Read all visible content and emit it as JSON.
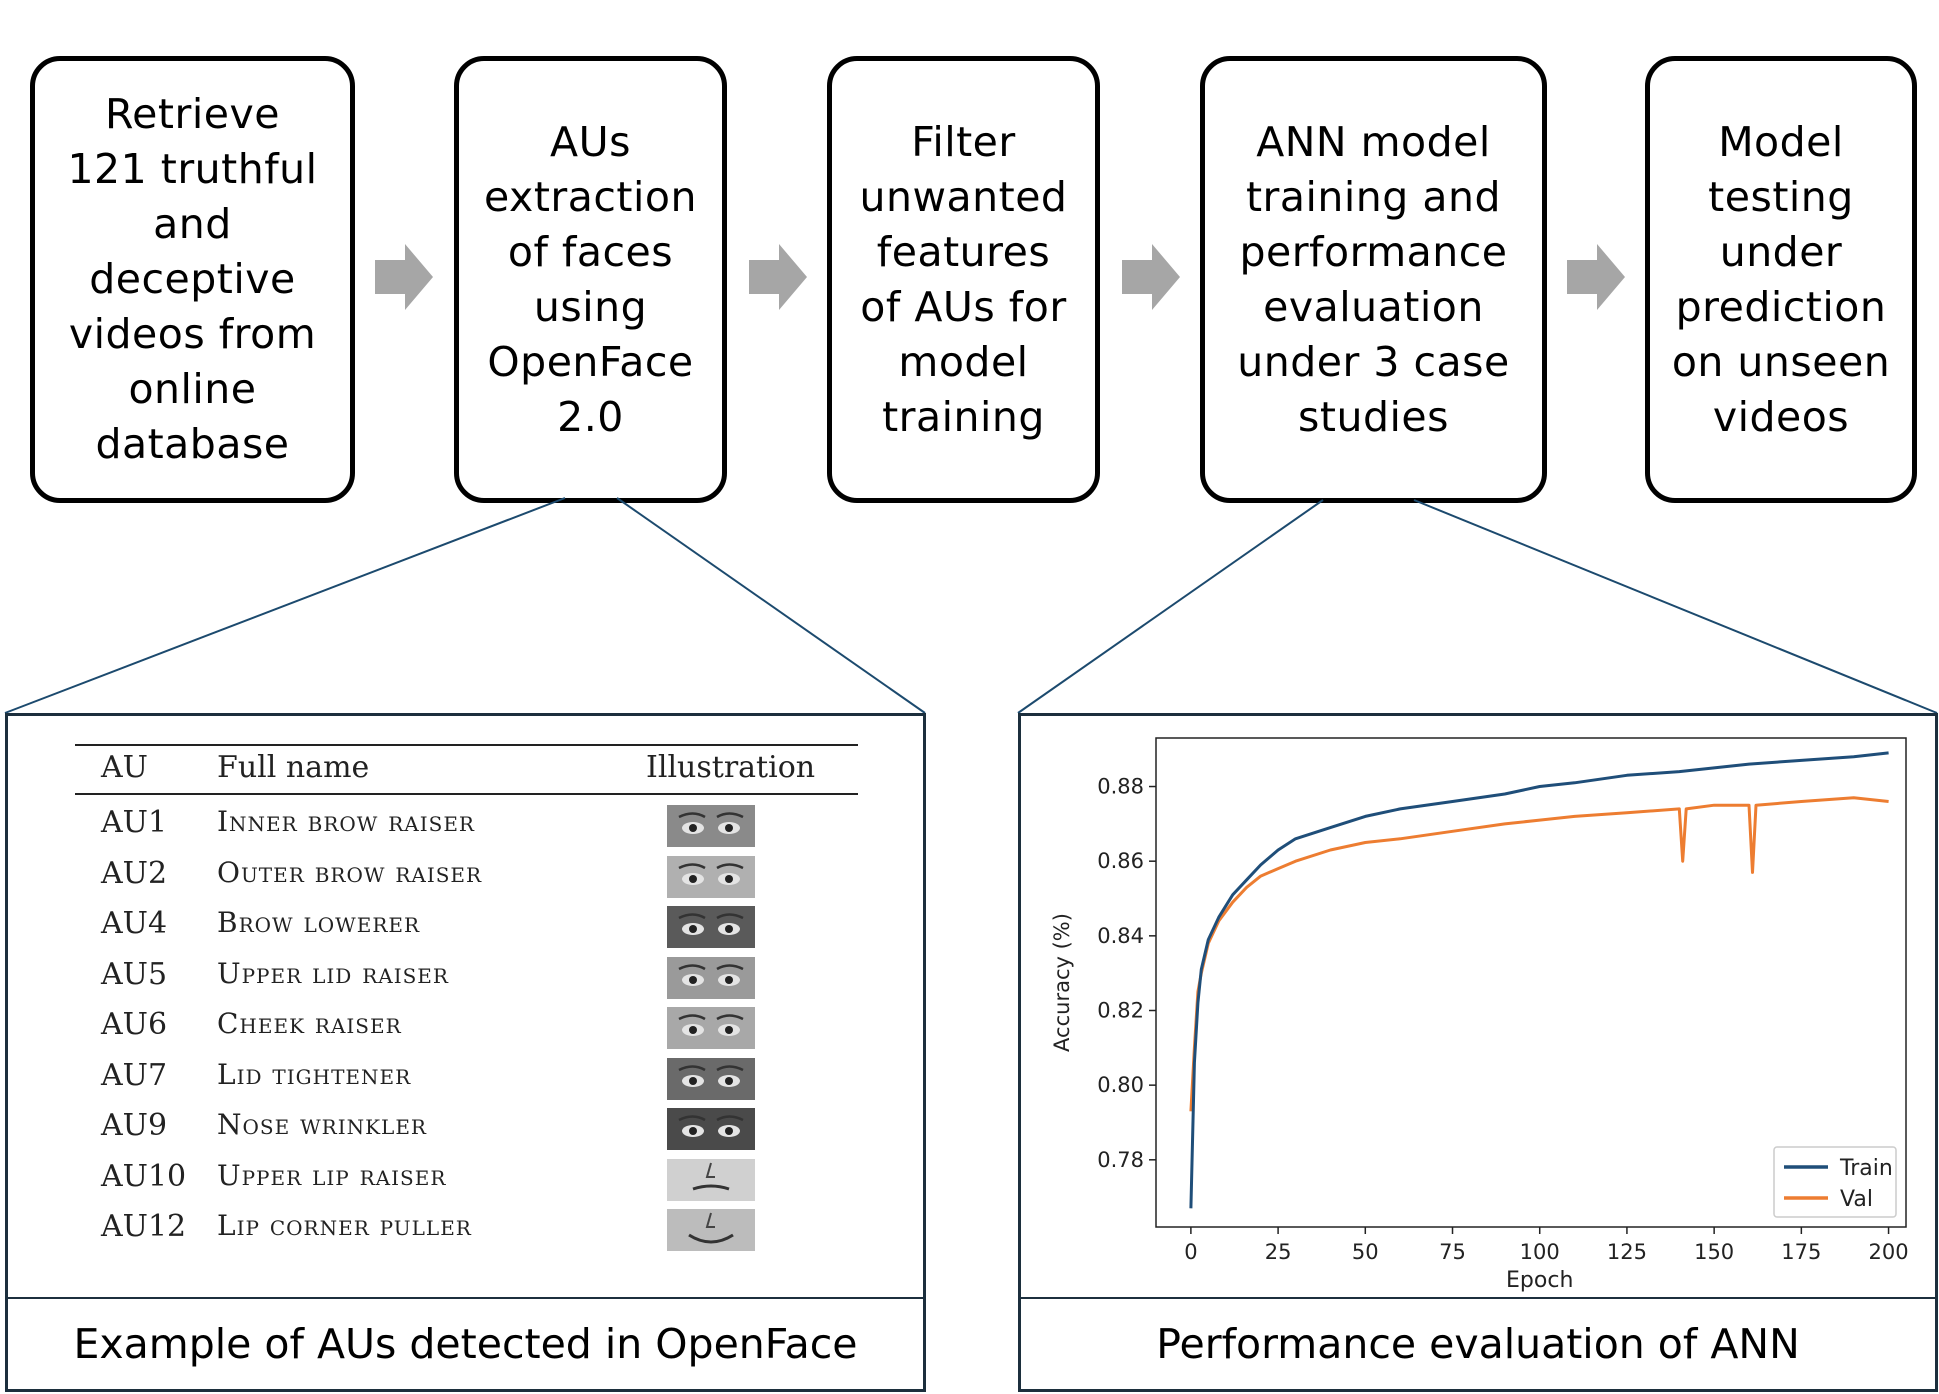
{
  "flow": {
    "steps": [
      {
        "text": "Retrieve\n121 truthful\nand\ndeceptive\nvideos from\nonline\ndatabase"
      },
      {
        "text": "AUs\nextraction\nof faces\nusing\nOpenFace\n2.0"
      },
      {
        "text": "Filter\nunwanted\nfeatures\nof AUs for\nmodel\ntraining"
      },
      {
        "text": "ANN model\ntraining and\nperformance\nevaluation\nunder 3 case\nstudies"
      },
      {
        "text": "Model\ntesting\nunder\nprediction\non unseen\nvideos"
      }
    ],
    "arrow_color": "#a6a6a6"
  },
  "au_panel": {
    "caption": "Example of AUs detected in OpenFace",
    "headers": {
      "au": "AU",
      "full_name": "Full name",
      "illustration": "Illustration"
    },
    "rows": [
      {
        "au": "AU1",
        "name": "Inner brow raiser"
      },
      {
        "au": "AU2",
        "name": "Outer brow raiser"
      },
      {
        "au": "AU4",
        "name": "Brow lowerer"
      },
      {
        "au": "AU5",
        "name": "Upper lid raiser"
      },
      {
        "au": "AU6",
        "name": "Cheek raiser"
      },
      {
        "au": "AU7",
        "name": "Lid tightener"
      },
      {
        "au": "AU9",
        "name": "Nose wrinkler"
      },
      {
        "au": "AU10",
        "name": "Upper lip raiser"
      },
      {
        "au": "AU12",
        "name": "Lip corner puller"
      }
    ]
  },
  "perf_panel": {
    "caption": "Performance evaluation of ANN"
  },
  "chart_data": {
    "type": "line",
    "xlabel": "Epoch",
    "ylabel": "Accuracy (%)",
    "xlim": [
      -10,
      205
    ],
    "ylim": [
      0.762,
      0.893
    ],
    "xticks": [
      0,
      25,
      50,
      75,
      100,
      125,
      150,
      175,
      200
    ],
    "yticks": [
      0.78,
      0.8,
      0.82,
      0.84,
      0.86,
      0.88
    ],
    "ytick_labels": [
      "0.78",
      "0.80",
      "0.82",
      "0.84",
      "0.86",
      "0.88"
    ],
    "legend_position": "bottom-right",
    "series": [
      {
        "name": "Train",
        "color": "#1f4e79",
        "x": [
          0,
          1,
          2,
          3,
          5,
          8,
          12,
          16,
          20,
          25,
          30,
          40,
          50,
          60,
          75,
          90,
          100,
          110,
          125,
          140,
          150,
          160,
          175,
          190,
          200
        ],
        "y": [
          0.767,
          0.806,
          0.822,
          0.831,
          0.839,
          0.845,
          0.851,
          0.855,
          0.859,
          0.863,
          0.866,
          0.869,
          0.872,
          0.874,
          0.876,
          0.878,
          0.88,
          0.881,
          0.883,
          0.884,
          0.885,
          0.886,
          0.887,
          0.888,
          0.889
        ]
      },
      {
        "name": "Val",
        "color": "#ed7d31",
        "x": [
          0,
          1,
          2,
          3,
          5,
          8,
          12,
          16,
          20,
          25,
          30,
          40,
          50,
          60,
          75,
          90,
          100,
          110,
          125,
          140,
          141,
          142,
          150,
          160,
          161,
          162,
          175,
          190,
          200
        ],
        "y": [
          0.793,
          0.81,
          0.825,
          0.83,
          0.838,
          0.844,
          0.849,
          0.853,
          0.856,
          0.858,
          0.86,
          0.863,
          0.865,
          0.866,
          0.868,
          0.87,
          0.871,
          0.872,
          0.873,
          0.874,
          0.86,
          0.874,
          0.875,
          0.875,
          0.857,
          0.875,
          0.876,
          0.877,
          0.876
        ]
      }
    ]
  }
}
